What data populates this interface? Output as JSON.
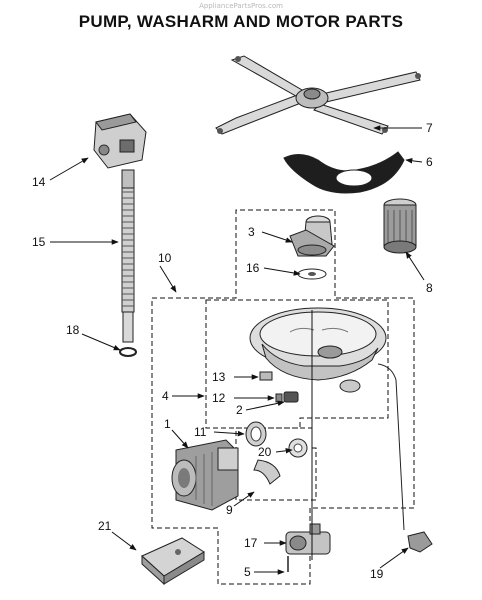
{
  "watermark": "AppliancePartsPros.com",
  "title": "PUMP, WASHARM AND MOTOR PARTS",
  "callouts": {
    "c1": "1",
    "c2": "2",
    "c3": "3",
    "c4": "4",
    "c5": "5",
    "c6": "6",
    "c7": "7",
    "c8": "8",
    "c9": "9",
    "c10": "10",
    "c11": "11",
    "c12": "12",
    "c13": "13",
    "c14": "14",
    "c15": "15",
    "c16": "16",
    "c17": "17",
    "c18": "18",
    "c19": "19",
    "c20": "20",
    "c21": "21"
  }
}
